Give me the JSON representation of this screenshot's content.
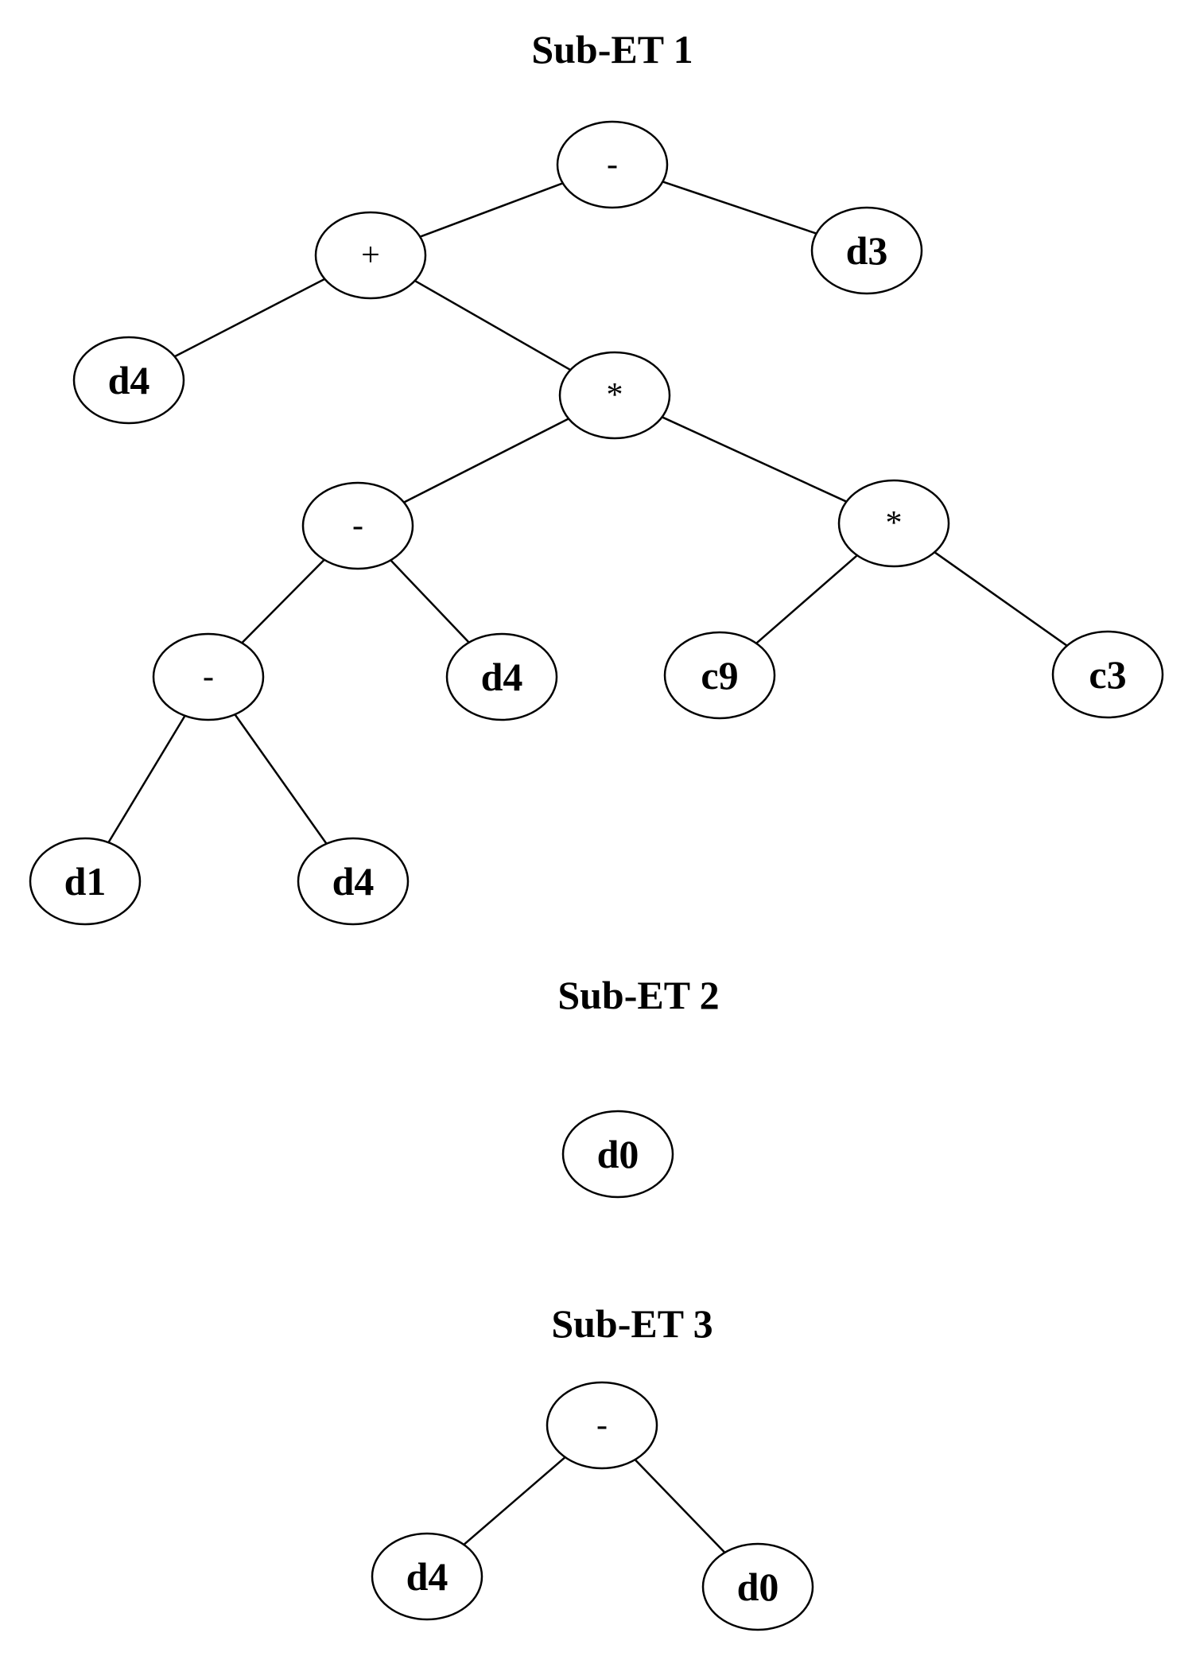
{
  "trees": [
    {
      "title": "Sub-ET 1",
      "nodes": [
        {
          "id": "n1",
          "label": "-"
        },
        {
          "id": "n2",
          "label": "+"
        },
        {
          "id": "n3",
          "label": "d3"
        },
        {
          "id": "n4",
          "label": "d4"
        },
        {
          "id": "n5",
          "label": "*"
        },
        {
          "id": "n6",
          "label": "-"
        },
        {
          "id": "n7",
          "label": "*"
        },
        {
          "id": "n8",
          "label": "-"
        },
        {
          "id": "n9",
          "label": "d4"
        },
        {
          "id": "n10",
          "label": "c9"
        },
        {
          "id": "n11",
          "label": "c3"
        },
        {
          "id": "n12",
          "label": "d1"
        },
        {
          "id": "n13",
          "label": "d4"
        }
      ],
      "edges": [
        [
          "n1",
          "n2"
        ],
        [
          "n1",
          "n3"
        ],
        [
          "n2",
          "n4"
        ],
        [
          "n2",
          "n5"
        ],
        [
          "n5",
          "n6"
        ],
        [
          "n5",
          "n7"
        ],
        [
          "n6",
          "n8"
        ],
        [
          "n6",
          "n9"
        ],
        [
          "n7",
          "n10"
        ],
        [
          "n7",
          "n11"
        ],
        [
          "n8",
          "n12"
        ],
        [
          "n8",
          "n13"
        ]
      ]
    },
    {
      "title": "Sub-ET 2",
      "nodes": [
        {
          "id": "m1",
          "label": "d0"
        }
      ],
      "edges": []
    },
    {
      "title": "Sub-ET 3",
      "nodes": [
        {
          "id": "p1",
          "label": "-"
        },
        {
          "id": "p2",
          "label": "d4"
        },
        {
          "id": "p3",
          "label": "d0"
        }
      ],
      "edges": [
        [
          "p1",
          "p2"
        ],
        [
          "p1",
          "p3"
        ]
      ]
    }
  ]
}
